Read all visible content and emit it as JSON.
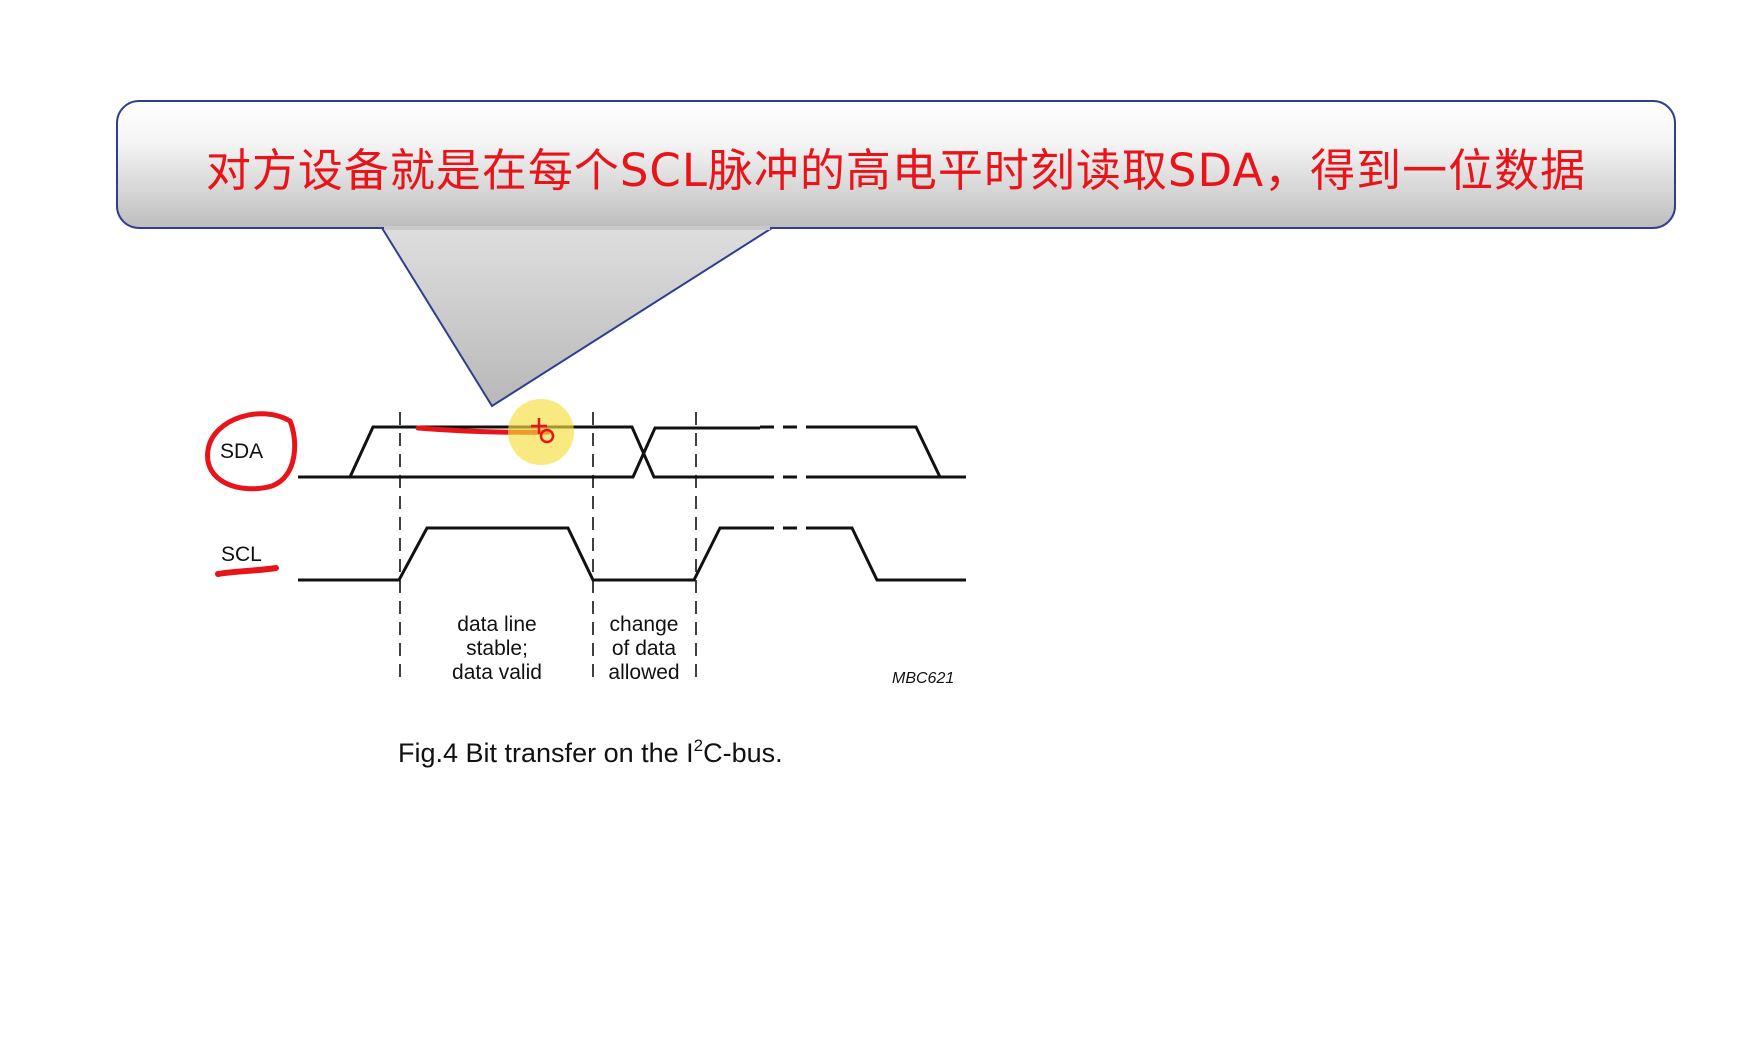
{
  "callout": {
    "text": "对方设备就是在每个SCL脉冲的高电平时刻读取SDA，得到一位数据",
    "text_color": "#e8141a"
  },
  "diagram": {
    "signals": {
      "sda": "SDA",
      "scl": "SCL"
    },
    "phases": {
      "stable": "data line\nstable;\ndata valid",
      "change": "change\nof data\nallowed"
    },
    "figure_id": "MBC621",
    "caption": {
      "prefix": "Fig.4  Bit transfer on the I",
      "superscript": "2",
      "suffix": "C-bus."
    }
  },
  "annotations": {
    "pen_color": "#e8141a",
    "cursor_color": "#f5dd3c"
  }
}
